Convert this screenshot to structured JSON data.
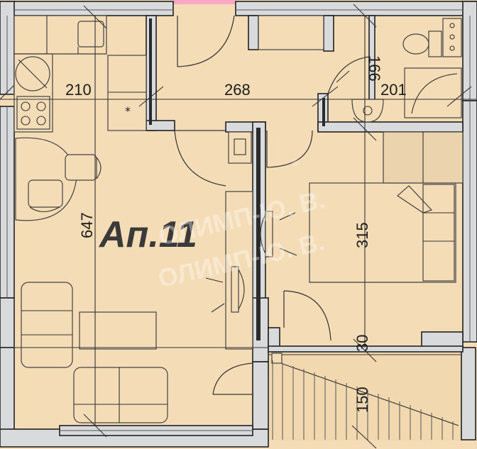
{
  "plan": {
    "apartment_label": "Ап.11",
    "watermark": "ОЛИМП-Ю. В.",
    "registered_mark": "®",
    "dimensions": {
      "kitchen": "210",
      "corridor": "268",
      "wc": "166",
      "bathroom": "201",
      "living_height": "647",
      "bedroom": "315",
      "niche": "30",
      "terrace": "150"
    },
    "colors": {
      "floor": "#f3dcb6",
      "wall": "#d9dadb",
      "outline": "#222222",
      "watermark": "#ffffff",
      "entry_accent": "#f7a9c4"
    }
  }
}
